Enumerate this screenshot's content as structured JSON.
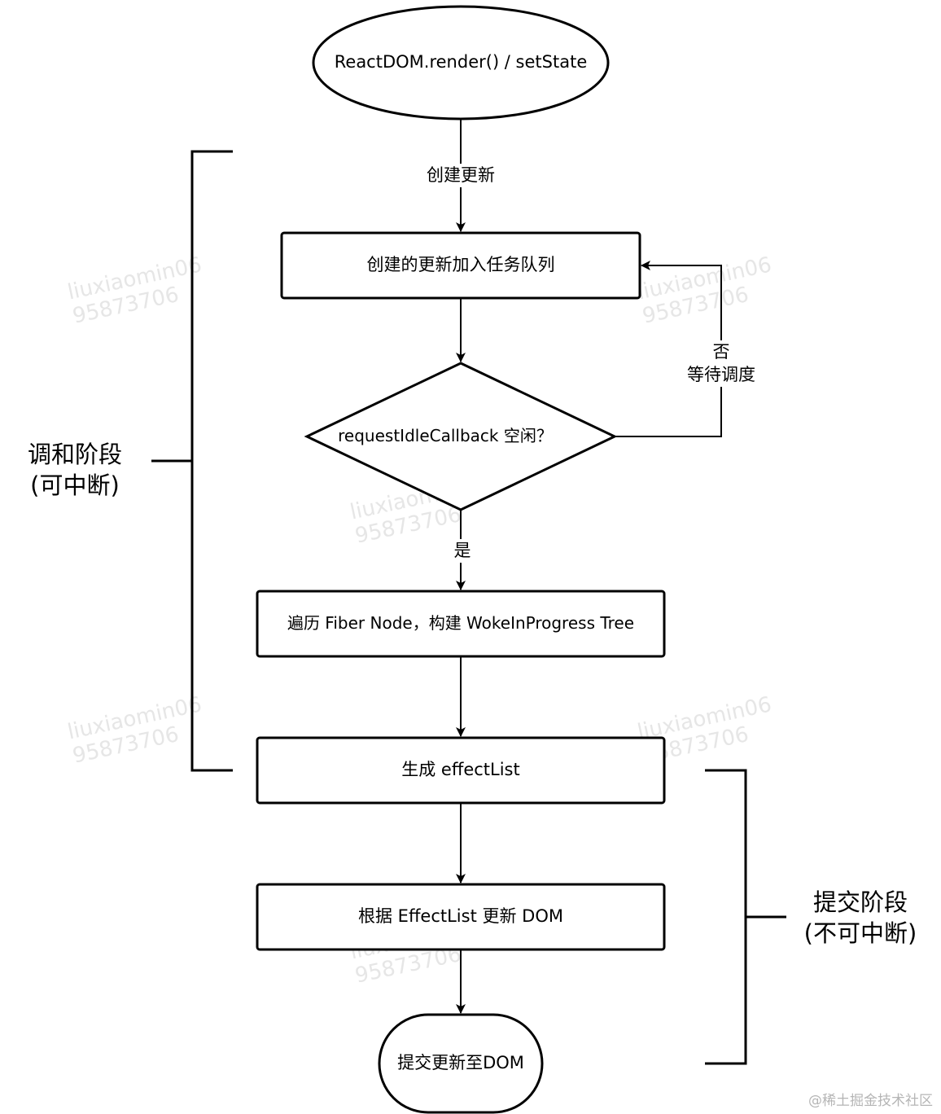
{
  "nodes": {
    "start": "ReactDOM.render() / setState",
    "enqueue": "创建的更新加入任务队列",
    "decision": "requestIdleCallback 空闲？",
    "traverse": "遍历 Fiber Node，构建 WokeInProgress Tree",
    "effect_list": "生成 effectList",
    "update_dom": "根据 EffectList 更新 DOM",
    "end": "提交更新至DOM"
  },
  "edges": {
    "create_update": "创建更新",
    "no": "否",
    "wait": "等待调度",
    "yes": "是"
  },
  "phases": {
    "reconcile_title": "调和阶段",
    "reconcile_note": "(可中断)",
    "commit_title": "提交阶段",
    "commit_note": "(不可中断)"
  },
  "watermark": {
    "line1": "liuxiaomin06",
    "line2": "95873706"
  },
  "footer": "@稀土掘金技术社区"
}
